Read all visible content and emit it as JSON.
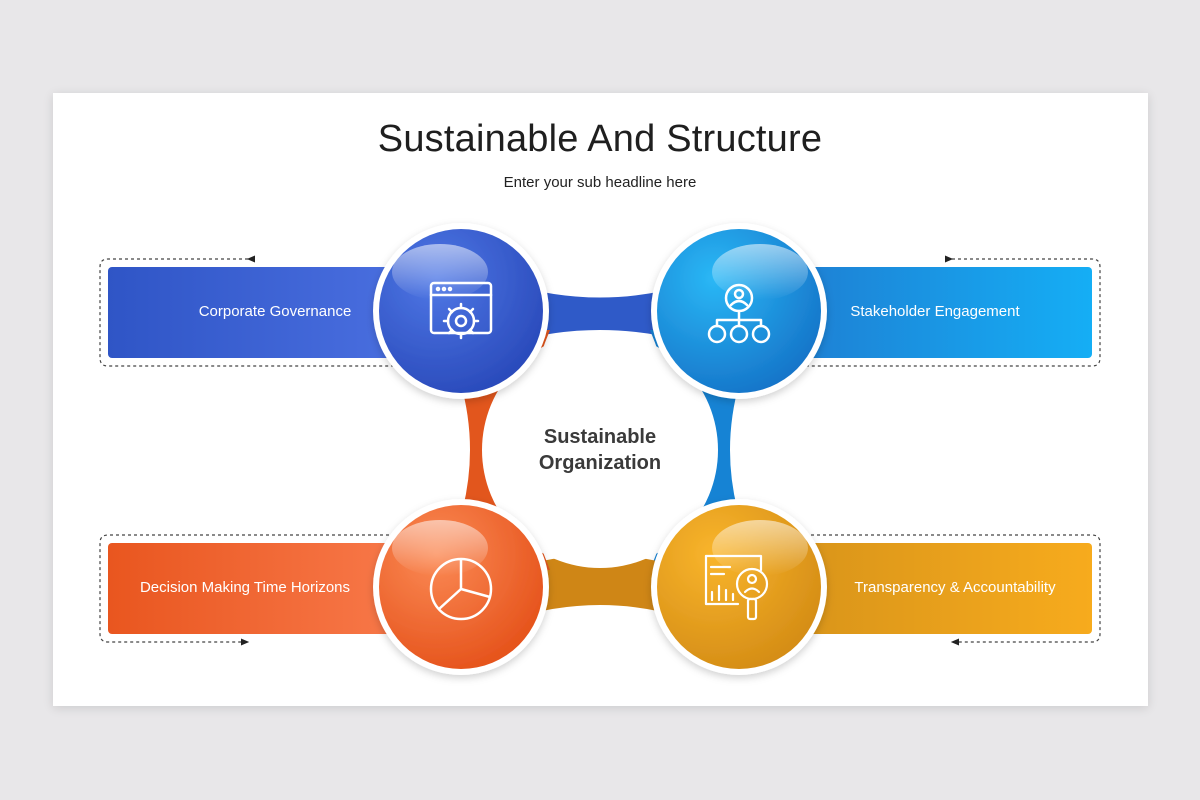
{
  "title": "Sustainable And Structure",
  "subtitle": "Enter your sub headline here",
  "center": {
    "line1": "Sustainable",
    "line2": "Organization"
  },
  "items": [
    {
      "label": "Corporate Governance",
      "icon": "gear-window-icon",
      "color_start": "#2f55c6",
      "color_end": "#4a6fe0"
    },
    {
      "label": "Stakeholder Engagement",
      "icon": "org-chart-icon",
      "color_start": "#1e7fd3",
      "color_end": "#15aef5"
    },
    {
      "label": "Decision Making Time Horizons",
      "icon": "pie-chart-icon",
      "color_start": "#e9561f",
      "color_end": "#f8794a"
    },
    {
      "label": "Transparency & Accountability",
      "icon": "report-magnifier-icon",
      "color_start": "#d8941a",
      "color_end": "#f7ab1d"
    }
  ]
}
